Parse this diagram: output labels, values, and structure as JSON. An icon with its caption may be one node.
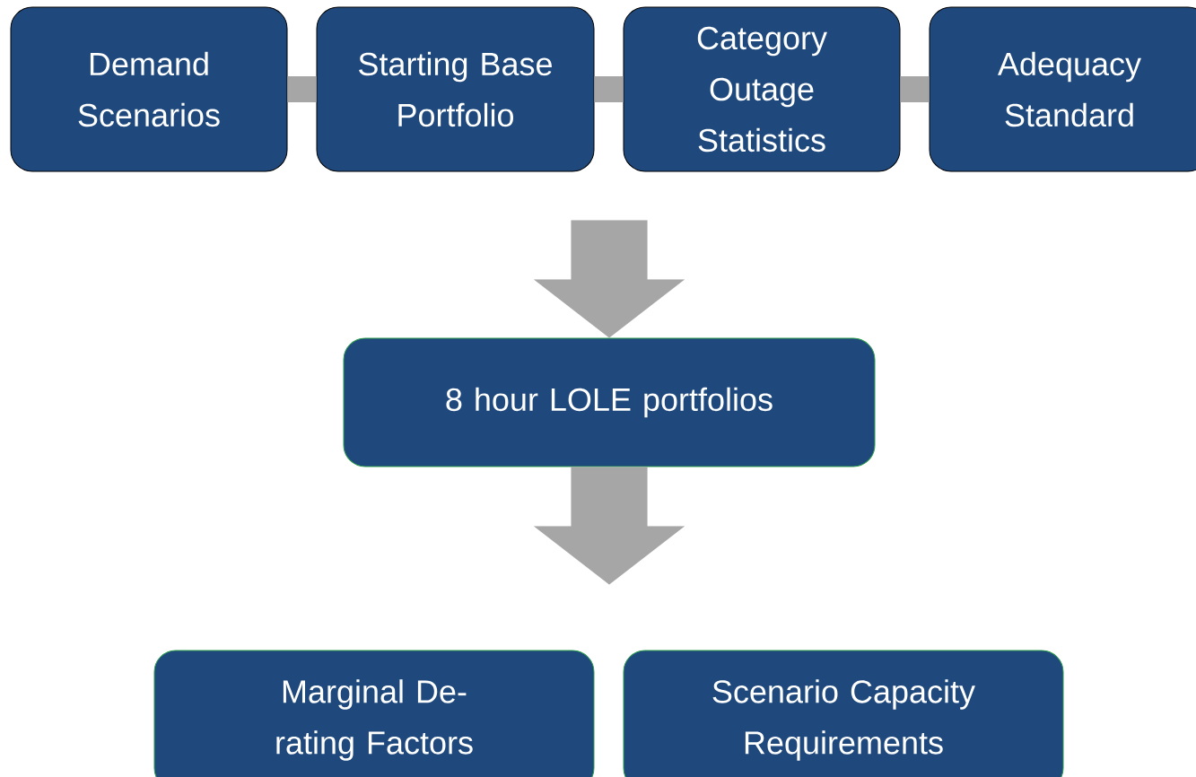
{
  "diagram": {
    "nodes": [
      {
        "text": [
          "Demand Scenarios"
        ]
      },
      {
        "text": [
          "Starting Base Portfolio"
        ]
      },
      {
        "text": [
          "Category Outage Statistics"
        ]
      },
      {
        "text": [
          "Adequacy Standard"
        ]
      },
      {
        "text": [
          "8 hour LOLE portfolios"
        ]
      },
      {
        "text": [
          "Marginal De-rating Factors"
        ]
      },
      {
        "text": [
          "Scenario Capacity Requirements"
        ]
      }
    ],
    "edges": [
      {
        "from": 0,
        "to": 1,
        "arrow": "none"
      },
      {
        "from": 1,
        "to": 2,
        "arrow": "none"
      },
      {
        "from": 2,
        "to": 3,
        "arrow": "none"
      },
      {
        "from": null,
        "to": 4,
        "arrow": "to",
        "style": "thick"
      },
      {
        "from": 4,
        "to": null,
        "arrow": "to",
        "style": "thick"
      }
    ]
  }
}
